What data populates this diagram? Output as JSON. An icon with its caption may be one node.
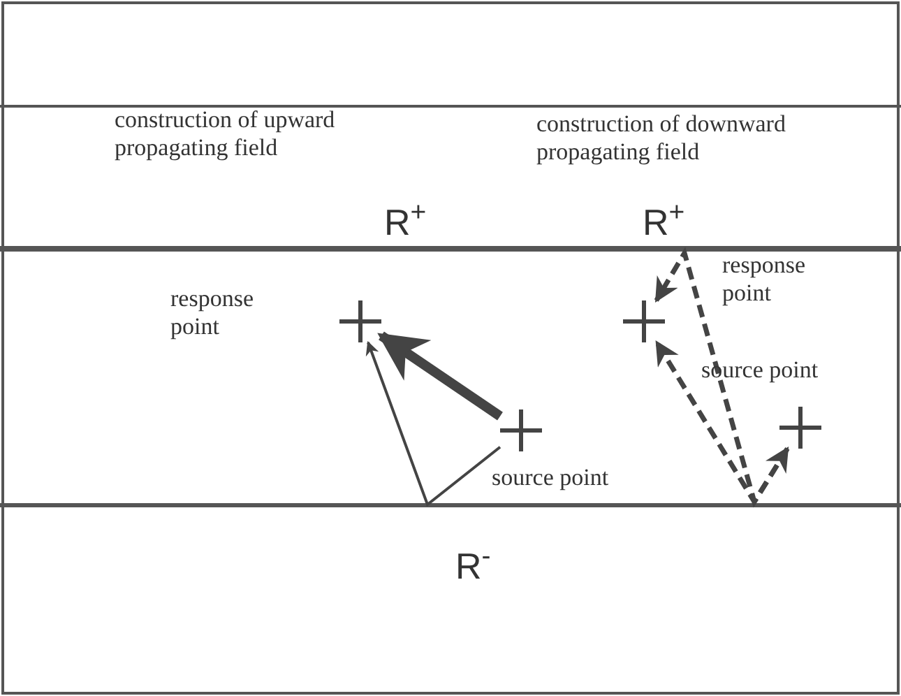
{
  "diagram": {
    "nodes": [
      {
        "text": [],
        "shape": "cross",
        "beside": [
          "response point"
        ]
      },
      {
        "text": [],
        "shape": "cross",
        "beside": [
          "source point"
        ]
      },
      {
        "text": [],
        "shape": "cross",
        "beside": [
          "response point"
        ]
      },
      {
        "text": [],
        "shape": "cross",
        "beside": [
          "source point"
        ]
      }
    ],
    "edges": [
      {
        "from": 1,
        "to": 0,
        "arrow": "to",
        "style": "thick"
      },
      {
        "from": 1,
        "to": 0,
        "arrow": "to"
      },
      {
        "from": 3,
        "to": 2,
        "arrow": "to",
        "style": "dashed"
      },
      {
        "from": 3,
        "to": 2,
        "arrow": "both",
        "style": "dashed"
      }
    ],
    "labels": [
      "construction of upward propagating field",
      "construction of downward propagating field",
      "R$^{+}$",
      "R$^{+}$",
      "R$^{-}$"
    ]
  }
}
